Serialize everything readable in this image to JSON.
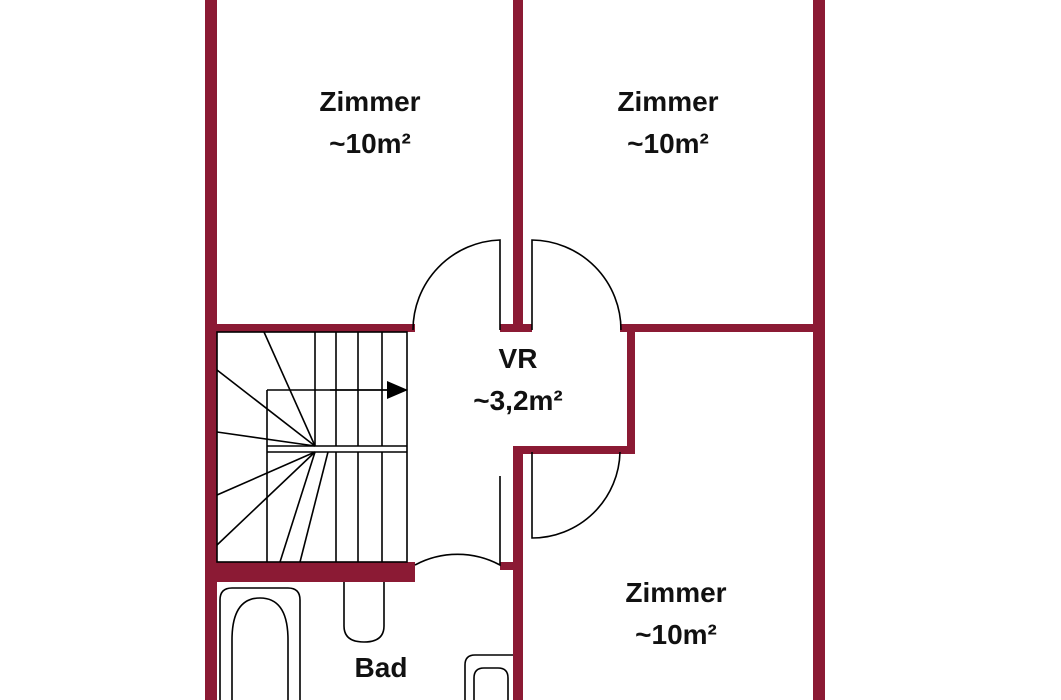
{
  "rooms": {
    "top_left": {
      "name": "Zimmer",
      "area": "~10m²"
    },
    "top_right": {
      "name": "Zimmer",
      "area": "~10m²"
    },
    "hall": {
      "name": "VR",
      "area": "~3,2m²"
    },
    "bottom_right": {
      "name": "Zimmer",
      "area": "~10m²"
    },
    "bath": {
      "name": "Bad"
    }
  },
  "colors": {
    "wall": "#8b1a34",
    "lines": "#000000",
    "background": "#ffffff"
  }
}
